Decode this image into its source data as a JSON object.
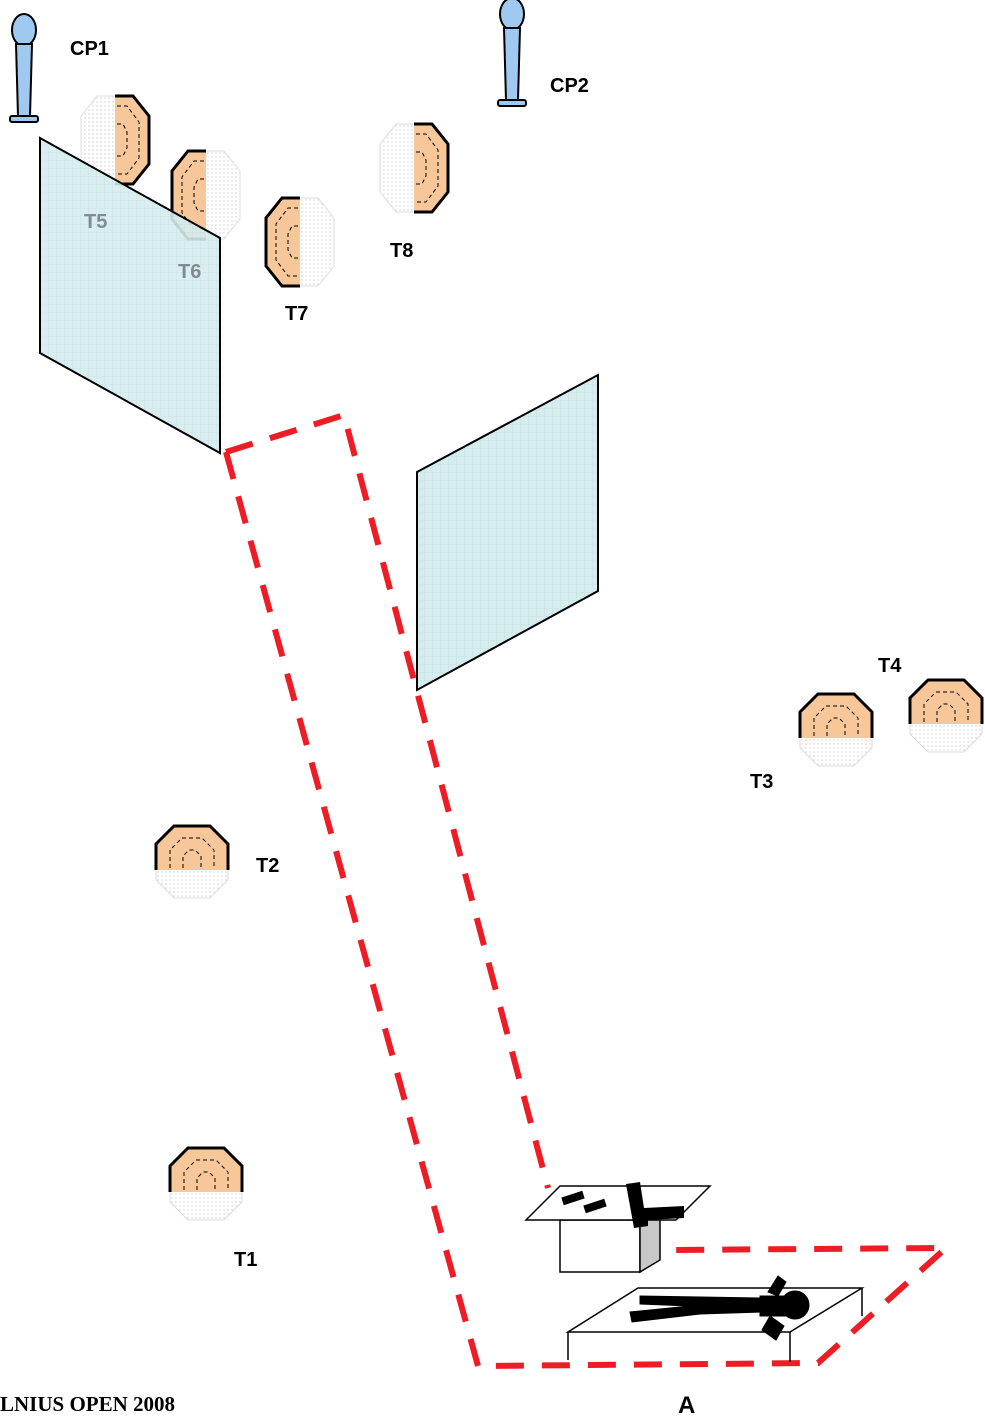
{
  "labels": {
    "cp1": "CP1",
    "cp2": "CP2",
    "t1": "T1",
    "t2": "T2",
    "t3": "T3",
    "t4": "T4",
    "t5": "T5",
    "t6": "T6",
    "t7": "T7",
    "t8": "T8",
    "start_position": "A",
    "footer": "LNIUS OPEN 2008"
  },
  "colors": {
    "target_face": "#f7c79a",
    "wall_fill": "#d6ecee",
    "shooting_area": "#ee1c24",
    "cone": "#9fc9f0"
  }
}
